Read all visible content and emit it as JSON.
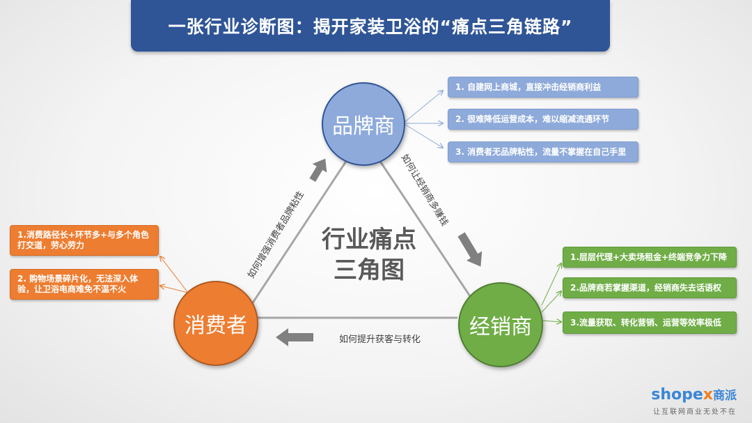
{
  "title": "一张行业诊断图：揭开家装卫浴的“痛点三角链路”",
  "center": {
    "line1": "行业痛点",
    "line2": "三角图"
  },
  "nodes": {
    "brand": "品牌商",
    "dealer": "经销商",
    "consumer": "消费者"
  },
  "edges": {
    "consumer_to_brand": "如何增强消费者品牌粘性",
    "brand_to_dealer": "如何让经销商多赚钱",
    "dealer_to_consumer": "如何提升获客与转化"
  },
  "brand_points": [
    "1. 自建网上商城，直接冲击经销商利益",
    "2. 很难降低运营成本，难以缩减流通环节",
    "3. 消费者无品牌粘性，流量不掌握在自己手里"
  ],
  "dealer_points": [
    "1.层层代理+大卖场租金+终端竞争力下降",
    "2.品牌商若掌握渠道，经销商失去话语权",
    "3.流量获取、转化营销、运营等效率极低"
  ],
  "consumer_points": [
    "1.消费路径长+环节多+与多个角色打交道，劳心劳力",
    "2. 购物场景碎片化，无法深入体验，让卫浴电商难免不温不火"
  ],
  "logo": {
    "shop": "shop",
    "e": "e",
    "x": "x",
    "cn": "商派",
    "tagline": "让互联网商业无处不在"
  },
  "colors": {
    "brand": "#8eaadb",
    "dealer": "#70ad47",
    "consumer": "#ed7d31",
    "title_bg": "#2f5597",
    "arrow": "#808080"
  }
}
